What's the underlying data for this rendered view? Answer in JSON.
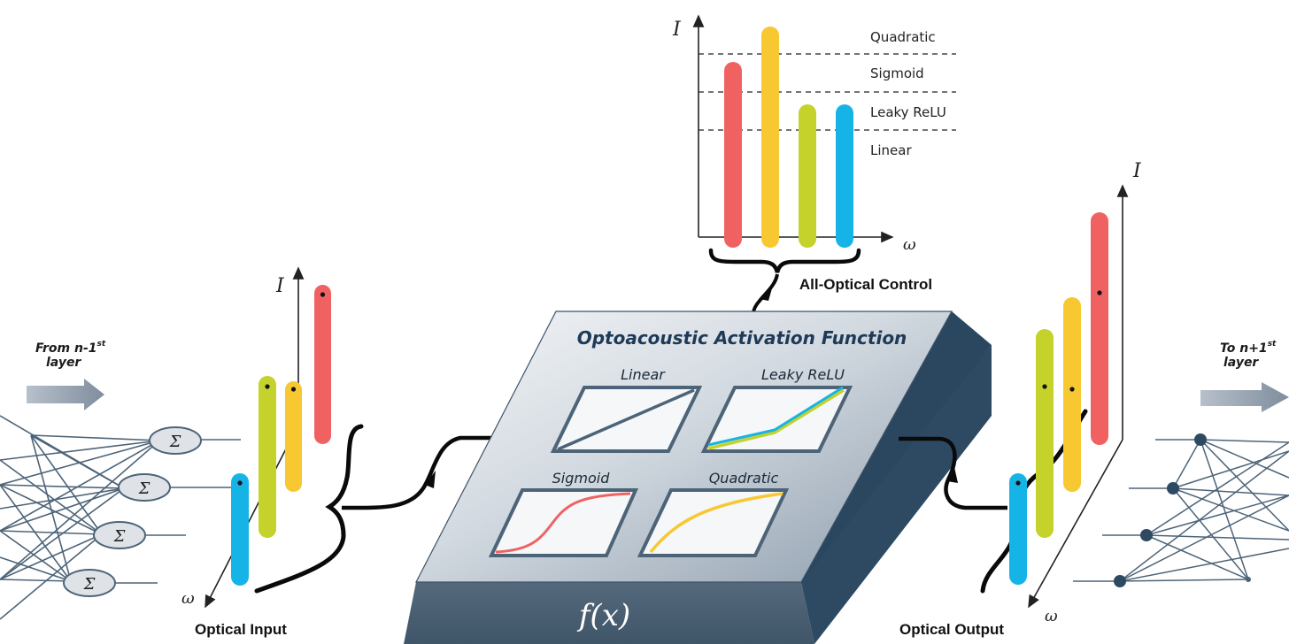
{
  "labels": {
    "intensity_axis": "I",
    "frequency_axis": "ω",
    "optical_input": "Optical Input",
    "optical_output": "Optical Output",
    "all_optical_control": "All-Optical Control",
    "chip_title": "Optoacoustic Activation Function",
    "fx": "f(x)",
    "sum_symbol": "Σ",
    "from_prev_line1": "From n-1",
    "from_prev_sup": "st",
    "from_prev_line2": "layer",
    "to_next_line1": "To n+1",
    "to_next_sup": "st",
    "to_next_line2": "layer"
  },
  "control_levels": [
    "Quadratic",
    "Sigmoid",
    "Leaky ReLU",
    "Linear"
  ],
  "panels": [
    {
      "label": "Linear",
      "curve": "linear"
    },
    {
      "label": "Leaky ReLU",
      "curve": "leaky-relu"
    },
    {
      "label": "Sigmoid",
      "curve": "sigmoid"
    },
    {
      "label": "Quadratic",
      "curve": "quadratic"
    }
  ],
  "colors": {
    "red": "#f06262",
    "yellow": "#f8c832",
    "green": "#c4d22b",
    "blue": "#16b4e6",
    "chip_dark": "#2d4a62",
    "chip_front": "#4b6478",
    "arrow": "#8d99a8",
    "network": "#4d6478"
  }
}
